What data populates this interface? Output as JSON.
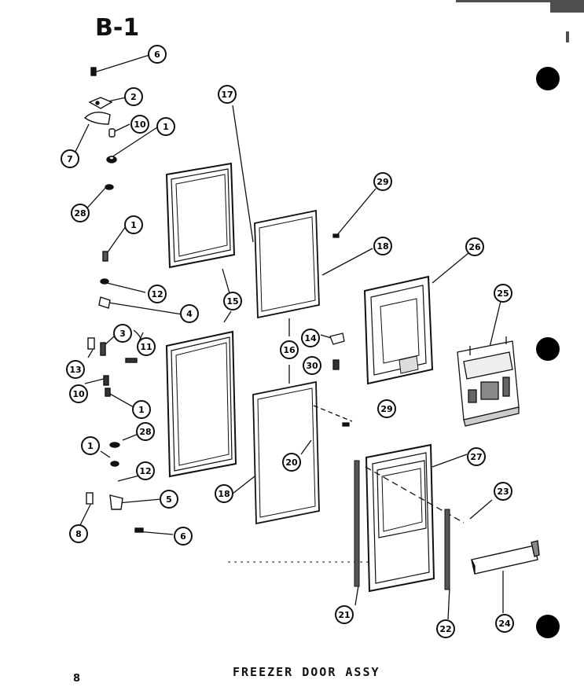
{
  "header": {
    "page_id": "B-1"
  },
  "footer": {
    "caption": "FREEZER DOOR ASSY",
    "page_number": "8"
  },
  "callouts": [
    {
      "id": "c6a",
      "label": "6"
    },
    {
      "id": "c2",
      "label": "2"
    },
    {
      "id": "c10a",
      "label": "10"
    },
    {
      "id": "c1a",
      "label": "1"
    },
    {
      "id": "c7",
      "label": "7"
    },
    {
      "id": "c28a",
      "label": "28"
    },
    {
      "id": "c1b",
      "label": "1"
    },
    {
      "id": "c12a",
      "label": "12"
    },
    {
      "id": "c4",
      "label": "4"
    },
    {
      "id": "c3",
      "label": "3"
    },
    {
      "id": "c11",
      "label": "11"
    },
    {
      "id": "c13",
      "label": "13"
    },
    {
      "id": "c10b",
      "label": "10"
    },
    {
      "id": "c1c",
      "label": "1"
    },
    {
      "id": "c28b",
      "label": "28"
    },
    {
      "id": "c1d",
      "label": "1"
    },
    {
      "id": "c12b",
      "label": "12"
    },
    {
      "id": "c5",
      "label": "5"
    },
    {
      "id": "c8",
      "label": "8"
    },
    {
      "id": "c6b",
      "label": "6"
    },
    {
      "id": "c17",
      "label": "17"
    },
    {
      "id": "c15",
      "label": "15"
    },
    {
      "id": "c29a",
      "label": "29"
    },
    {
      "id": "c18a",
      "label": "18"
    },
    {
      "id": "c16",
      "label": "16"
    },
    {
      "id": "c14",
      "label": "14"
    },
    {
      "id": "c30",
      "label": "30"
    },
    {
      "id": "c29b",
      "label": "29"
    },
    {
      "id": "c20",
      "label": "20"
    },
    {
      "id": "c18b",
      "label": "18"
    },
    {
      "id": "c26",
      "label": "26"
    },
    {
      "id": "c25",
      "label": "25"
    },
    {
      "id": "c27",
      "label": "27"
    },
    {
      "id": "c23",
      "label": "23"
    },
    {
      "id": "c21",
      "label": "21"
    },
    {
      "id": "c22",
      "label": "22"
    },
    {
      "id": "c24",
      "label": "24"
    }
  ]
}
